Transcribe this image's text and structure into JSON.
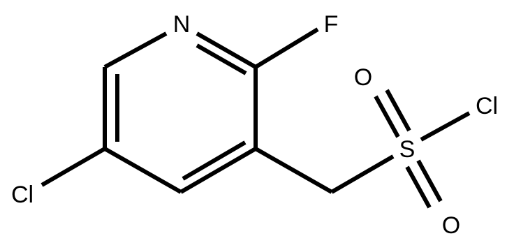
{
  "molecule": {
    "atoms": {
      "nitrogen": "N",
      "fluorine": "F",
      "chlorine_ring": "Cl",
      "sulfur": "S",
      "oxygen_top": "O",
      "oxygen_bottom": "O",
      "chlorine_sulfonyl": "Cl"
    },
    "colors": {
      "bond": "#000000",
      "label": "#000000",
      "background": "#ffffff"
    }
  }
}
